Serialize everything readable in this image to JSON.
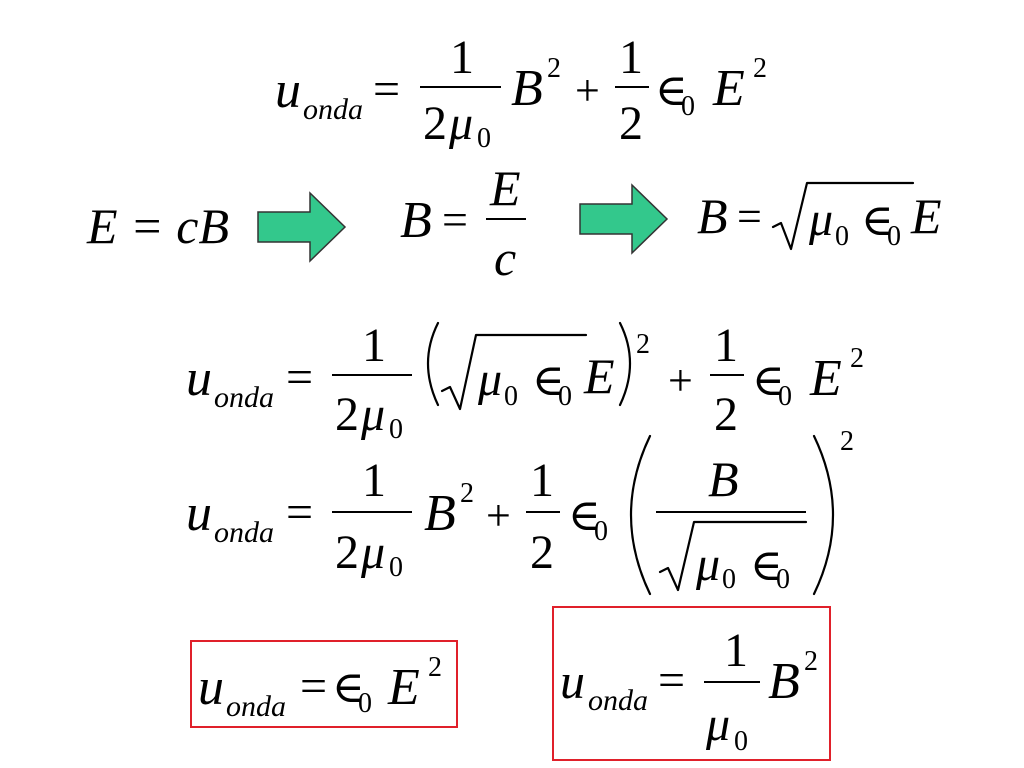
{
  "sym": {
    "u": "u",
    "onda": "onda",
    "eq": "=",
    "plus": "+",
    "one": "1",
    "two": "2",
    "zero": "0",
    "mu": "μ",
    "eps": "∈",
    "B": "B",
    "E": "E",
    "c": "c",
    "sq": "2"
  },
  "relation": {
    "text": "E = cB"
  },
  "colors": {
    "arrow_fill": "#33c88c",
    "box_border": "#e0202a"
  },
  "icons": [
    "right-arrow-icon",
    "right-arrow-icon"
  ]
}
